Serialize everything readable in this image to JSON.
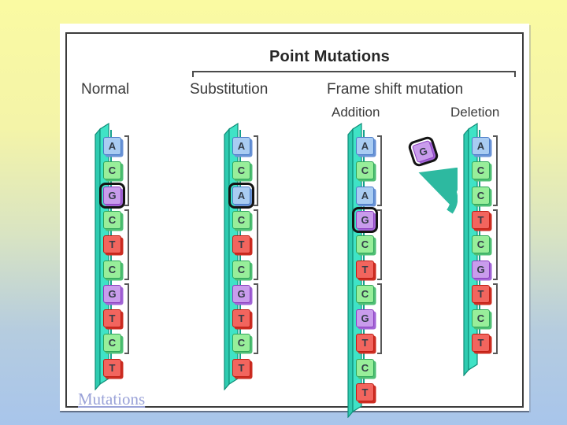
{
  "slide": {
    "title": "Point Mutations",
    "labels": {
      "normal": "Normal",
      "substitution": "Substitution",
      "frameshift": "Frame shift mutation",
      "addition": "Addition",
      "deletion": "Deletion"
    },
    "link_label": "Mutations"
  },
  "base_colors": {
    "A": {
      "fill": "#a9ccf2",
      "border": "#4a7cc8",
      "shade": "#6a93d6"
    },
    "C": {
      "fill": "#98ee9a",
      "border": "#2fa65a",
      "shade": "#4fbf74"
    },
    "G": {
      "fill": "#c99cec",
      "border": "#8c3fc0",
      "shade": "#a265d6"
    },
    "T": {
      "fill": "#f2655e",
      "border": "#c01e14",
      "shade": "#cc2d22"
    }
  },
  "strand_colors": {
    "ribbon_main": "#3fe3c6",
    "ribbon_side": "#2ecbb0",
    "ribbon_edge": "#0e8d77",
    "arrow": "#2db9a0"
  },
  "strands": [
    {
      "name": "Normal",
      "bases": [
        "A",
        "C",
        "G",
        "C",
        "T",
        "C",
        "G",
        "T",
        "C",
        "T"
      ],
      "highlight_index": 2,
      "codon_brackets": [
        0,
        3,
        6
      ]
    },
    {
      "name": "Substitution",
      "bases": [
        "A",
        "C",
        "A",
        "C",
        "T",
        "C",
        "G",
        "T",
        "C",
        "T"
      ],
      "highlight_index": 2,
      "codon_brackets": [
        0,
        3,
        6
      ]
    },
    {
      "name": "Addition",
      "bases": [
        "A",
        "C",
        "A",
        "G",
        "C",
        "T",
        "C",
        "G",
        "T",
        "C",
        "T"
      ],
      "highlight_index": 3,
      "codon_brackets": [
        0,
        3,
        6
      ]
    },
    {
      "name": "Deletion",
      "bases": [
        "A",
        "C",
        "C",
        "T",
        "C",
        "G",
        "T",
        "C",
        "T"
      ],
      "highlight_index": -1,
      "codon_brackets": [
        0,
        3,
        6
      ],
      "removed_base": "G"
    }
  ]
}
